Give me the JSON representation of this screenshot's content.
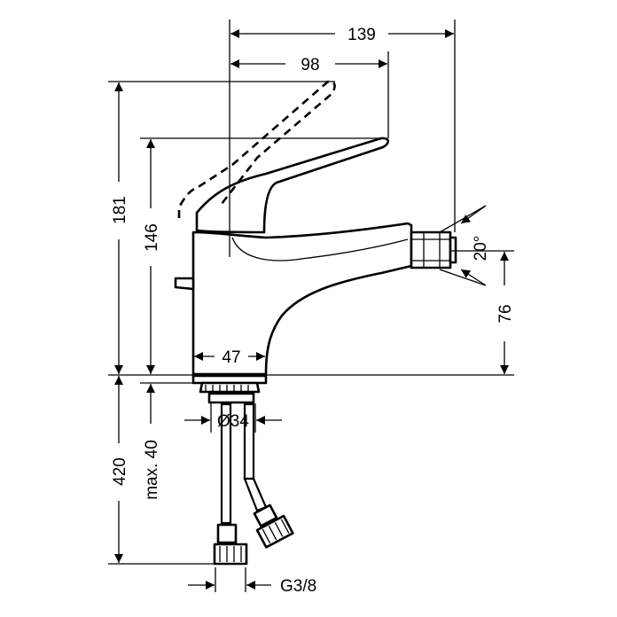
{
  "colors": {
    "line": "#000000",
    "background": "#ffffff"
  },
  "dimensions": {
    "overall_depth": "139",
    "lever_reach": "98",
    "total_height": "181",
    "lever_height": "146",
    "spout_angle": "20°",
    "spout_height": "76",
    "body_width": "47",
    "mount_diameter": "Ø34",
    "hose_length": "420",
    "max_deck_thickness": "max. 40",
    "connection_thread": "G3/8"
  }
}
